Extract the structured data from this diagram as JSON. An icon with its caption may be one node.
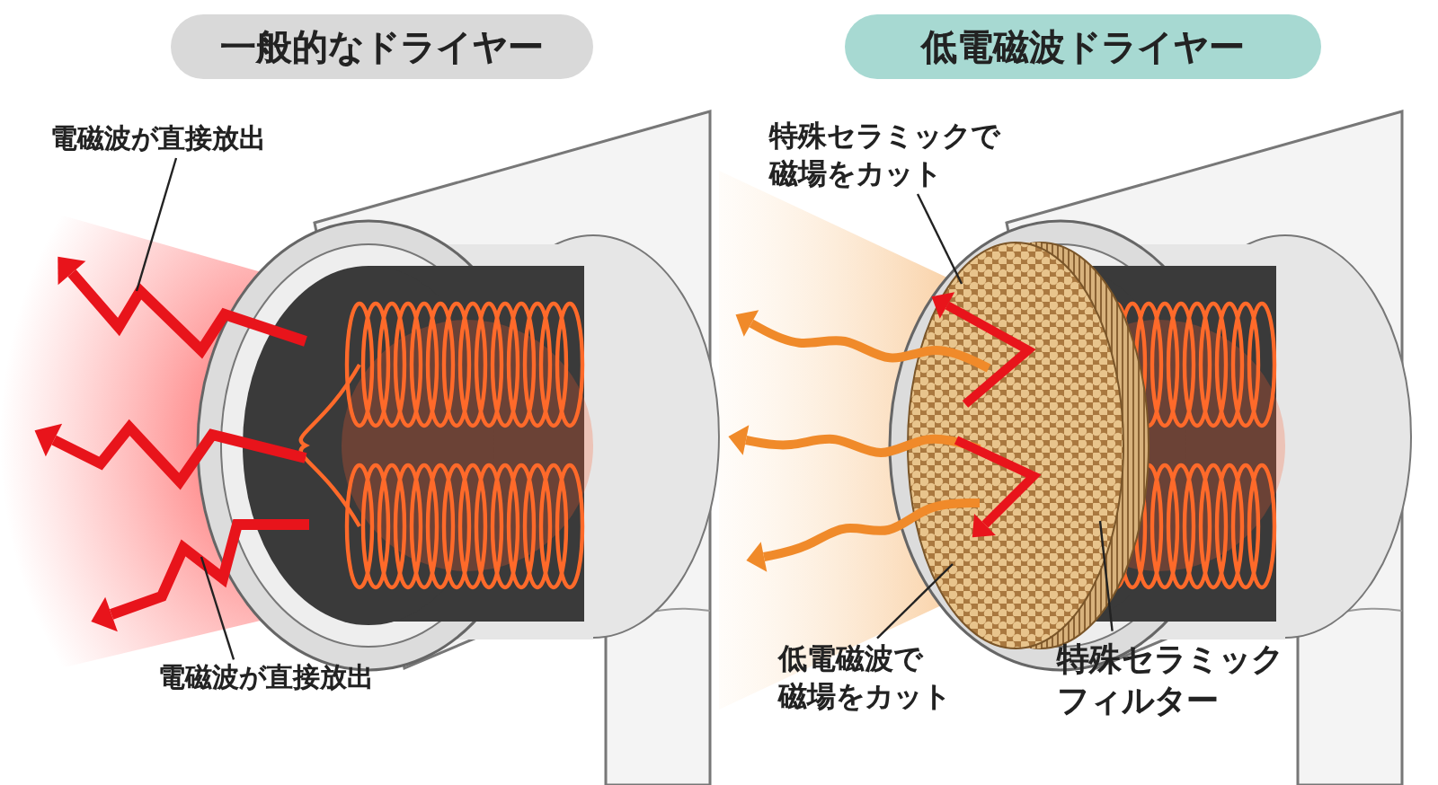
{
  "diagram": {
    "nodes": [
      {
        "text": [
          "一般的なドライヤー"
        ]
      },
      {
        "text": [
          "低電磁波ドライヤー"
        ]
      },
      {
        "text": [
          "電磁波が直接放出"
        ]
      },
      {
        "text": [],
        "shape": "picture"
      },
      {
        "text": [],
        "shape": "picture"
      },
      {
        "text": [],
        "shape": "picture"
      },
      {
        "text": [
          "電磁波が直接放出"
        ]
      },
      {
        "text": [
          "特殊セラミックで磁場をカット"
        ]
      },
      {
        "text": [],
        "shape": "picture"
      },
      {
        "text": [
          "低電磁波で磁場をカット"
        ]
      },
      {
        "text": [
          "特殊セラミックフィルター"
        ]
      }
    ],
    "edges": [
      {
        "from": 2,
        "to": 3,
        "arrow": "none"
      },
      {
        "from": 6,
        "to": 5,
        "arrow": "none"
      },
      {
        "from": 7,
        "to": 8,
        "arrow": "none"
      },
      {
        "from": 9,
        "to": 8,
        "arrow": "none"
      },
      {
        "from": 10,
        "to": 8,
        "arrow": "none"
      }
    ]
  }
}
